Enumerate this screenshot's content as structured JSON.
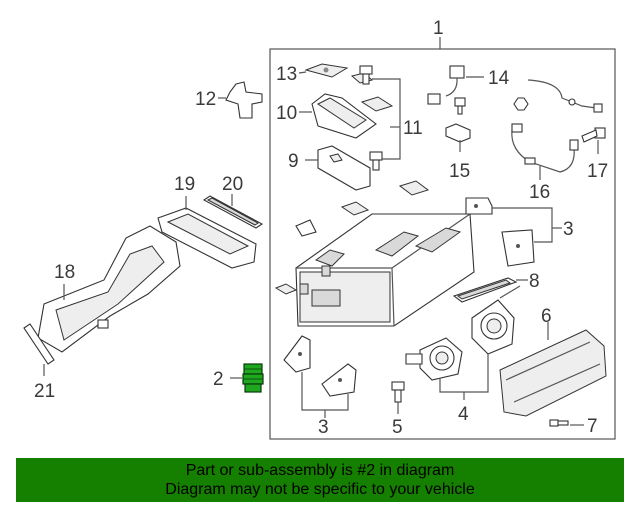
{
  "diagram": {
    "callouts": [
      "1",
      "2",
      "3",
      "3",
      "4",
      "5",
      "6",
      "7",
      "8",
      "9",
      "10",
      "11",
      "12",
      "13",
      "14",
      "15",
      "16",
      "17",
      "18",
      "19",
      "20",
      "21"
    ],
    "highlight_color": "#1fa81f"
  },
  "banner": {
    "line1": "Part or sub-assembly is #2 in diagram",
    "line2": "Diagram may not be specific to your vehicle",
    "background": "#158000"
  }
}
